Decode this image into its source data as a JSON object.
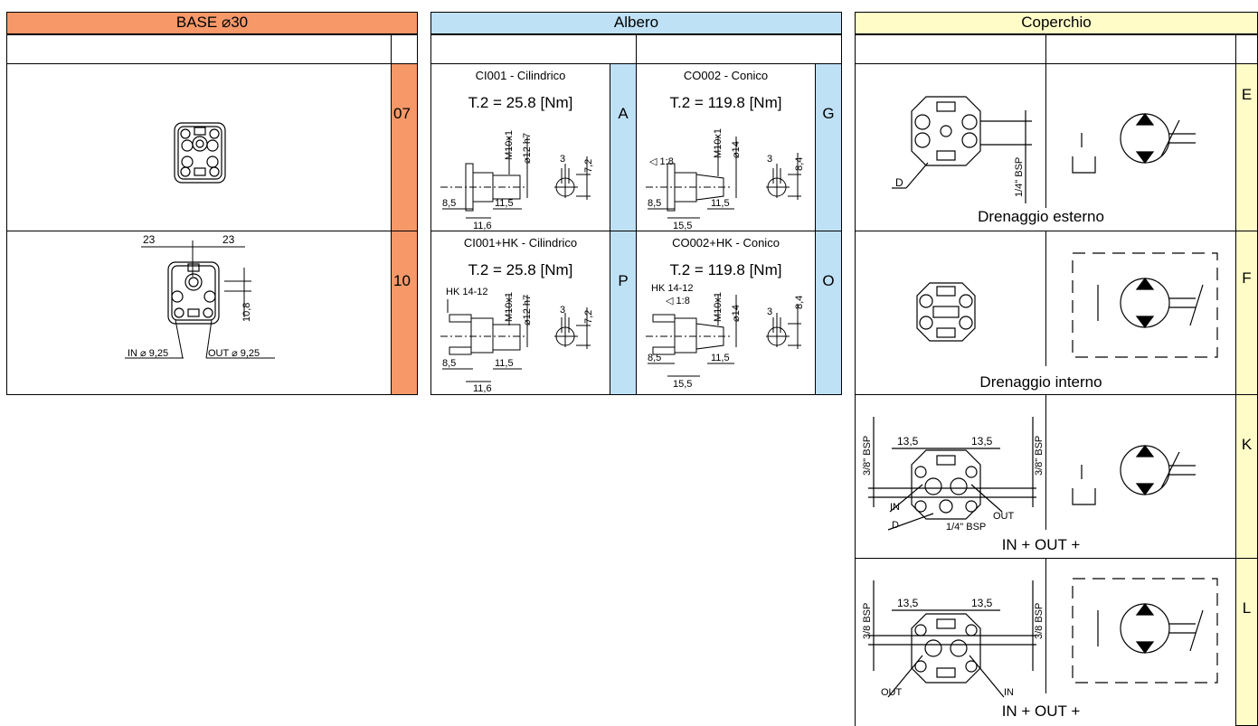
{
  "sections": {
    "base": {
      "title": "BASE ⌀30",
      "color": "#f79869"
    },
    "albero": {
      "title": "Albero",
      "color": "#bfe1f6"
    },
    "coperchio": {
      "title": "Coperchio",
      "color": "#fffcc8"
    }
  },
  "base_rows": [
    {
      "code": "07"
    },
    {
      "code": "10",
      "dims": {
        "left": "23",
        "right": "23",
        "height": "10,8",
        "in": "IN ⌀ 9,25",
        "out": "OUT ⌀ 9,25"
      }
    }
  ],
  "albero_cells": [
    {
      "name": "CI001 - Cilindrico",
      "torque": "T.2 = 25.8 [Nm]",
      "code": "A",
      "thread": "M10x1",
      "dia": "⌀12 h7",
      "key": "3",
      "keyh": "7,2",
      "d1": "8,5",
      "d2": "11,5",
      "d3": "11,6"
    },
    {
      "name": "CO002 - Conico",
      "torque": "T.2 = 119.8 [Nm]",
      "code": "G",
      "taper": "◁ 1:8",
      "thread": "M10x1",
      "dia": "⌀14",
      "key": "3",
      "keyh": "8,4",
      "d1": "8,5",
      "d2": "11,5",
      "d3": "15,5"
    },
    {
      "name": "CI001+HK - Cilindrico",
      "torque": "T.2 = 25.8 [Nm]",
      "code": "P",
      "hk": "HK 14-12",
      "thread": "M10x1",
      "dia": "⌀12 h7",
      "key": "3",
      "keyh": "7,2",
      "d1": "8,5",
      "d2": "11,5",
      "d3": "11,6"
    },
    {
      "name": "CO002+HK - Conico",
      "torque": "T.2 = 119.8 [Nm]",
      "code": "O",
      "hk": "HK 14-12",
      "taper": "◁ 1:8",
      "thread": "M10x1",
      "dia": "⌀14",
      "key": "3",
      "keyh": "8,4",
      "d1": "8,5",
      "d2": "11,5",
      "d3": "15,5"
    }
  ],
  "coperchio_rows": [
    {
      "code": "E",
      "caption": "Drenaggio esterno",
      "d": "D",
      "bsp": "1/4\" BSP"
    },
    {
      "code": "F",
      "caption": "Drenaggio interno"
    },
    {
      "code": "K",
      "caption": "IN + OUT +",
      "bsp_l": "3/8\" BSP",
      "bsp_r": "3/8\" BSP",
      "dl": "13,5",
      "dr": "13,5",
      "in": "IN",
      "out": "OUT",
      "d": "D",
      "bsp_b": "1/4\" BSP"
    },
    {
      "code": "L",
      "caption": "IN + OUT +",
      "bsp_l": "3/8 BSP",
      "bsp_r": "3/8 BSP",
      "dl": "13,5",
      "dr": "13,5",
      "in": "IN",
      "out": "OUT"
    }
  ]
}
